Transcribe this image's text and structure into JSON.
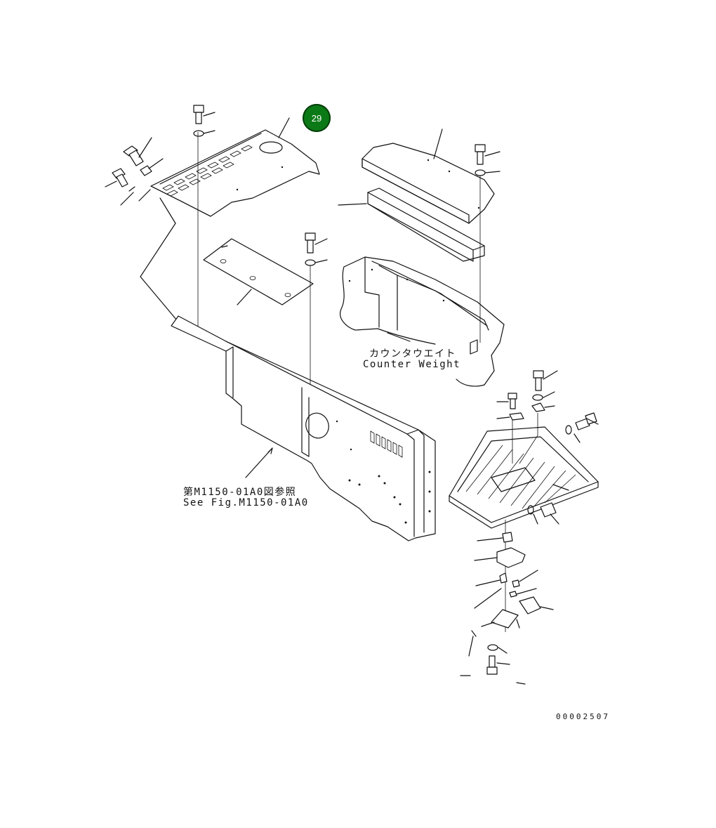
{
  "diagram": {
    "badge": {
      "number": "29",
      "color": "#0b7a16",
      "border": "#063d0b"
    },
    "labels": {
      "counterweight_jp": "カウンタウエイト",
      "counterweight_en": "Counter Weight",
      "see_fig_jp": "第M1150-01A0図参照",
      "see_fig_en": "See Fig.M1150-01A0",
      "drawing_number": "00002507"
    }
  }
}
